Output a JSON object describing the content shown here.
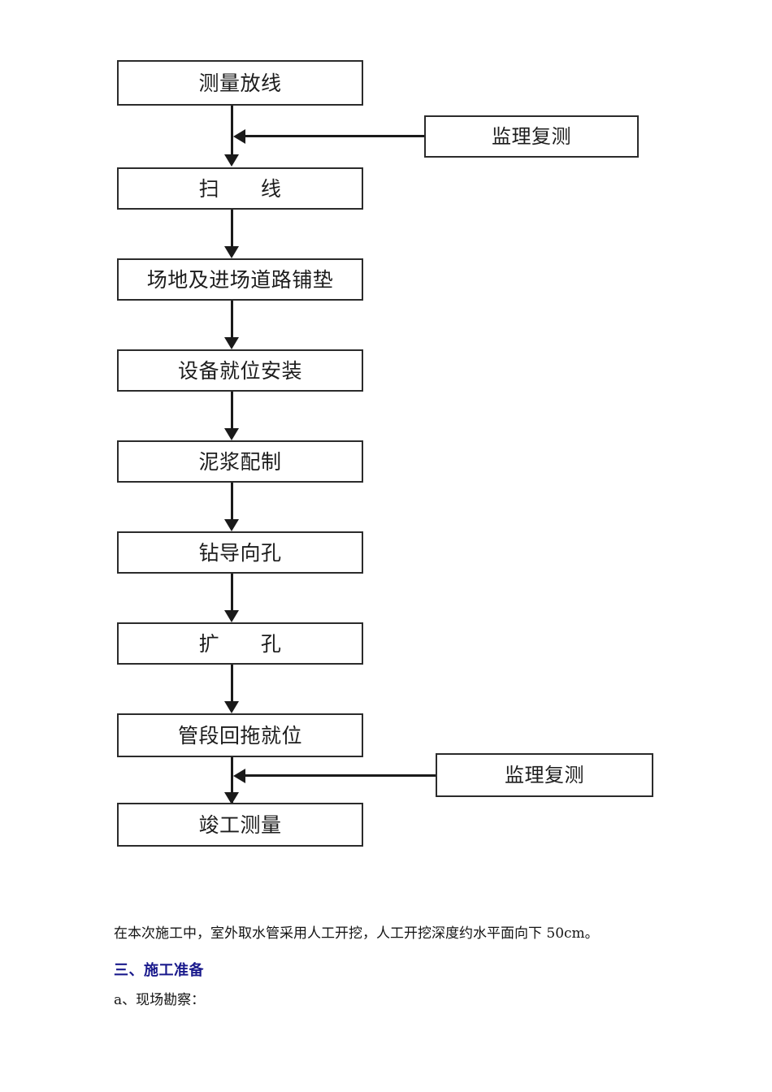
{
  "document": {
    "type": "construction-process-flowchart-document"
  },
  "flowchart": {
    "title": "",
    "main_nodes": [
      {
        "id": "n1",
        "label": "测量放线"
      },
      {
        "id": "n2",
        "label": "扫      线"
      },
      {
        "id": "n3",
        "label": "场地及进场道路铺垫"
      },
      {
        "id": "n4",
        "label": "设备就位安装"
      },
      {
        "id": "n5",
        "label": "泥浆配制"
      },
      {
        "id": "n6",
        "label": "钻导向孔"
      },
      {
        "id": "n7",
        "label": "扩      孔"
      },
      {
        "id": "n8",
        "label": "管段回拖就位"
      },
      {
        "id": "n9",
        "label": "竣工测量"
      }
    ],
    "side_nodes": [
      {
        "id": "s1",
        "label": "监理复测"
      },
      {
        "id": "s2",
        "label": "监理复测"
      }
    ],
    "colors": {
      "border": "#2b2b2b",
      "line": "#1a1a1a",
      "node_fill": "#ffffff"
    }
  },
  "body": {
    "paragraph": "在本次施工中，室外取水管采用人工开挖，人工开挖深度约水平面向下 50cm。",
    "heading": "三、施工准备",
    "subitem": "a、现场勘察："
  }
}
